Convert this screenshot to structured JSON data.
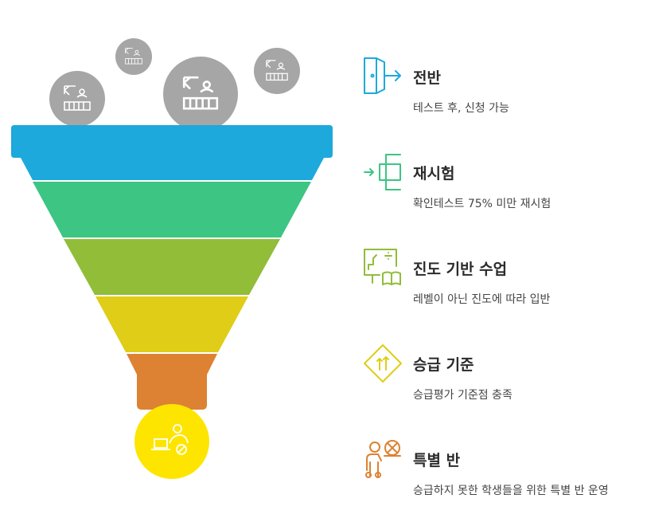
{
  "colors": {
    "stage1": "#1da9db",
    "stage2": "#3cc583",
    "stage3": "#91bd39",
    "stage4": "#dfcd18",
    "stage5": "#dd8232",
    "outlet": "#fde500",
    "bubble": "#a6a6a6"
  },
  "stages": [
    {
      "title": "전반",
      "desc": "테스트 후, 신청 가능",
      "icon": "door-exit-icon"
    },
    {
      "title": "재시험",
      "desc": "확인테스트 75% 미만 재시험",
      "icon": "branch-arrow-icon"
    },
    {
      "title": "진도 기반 수업",
      "desc": "레벨이 아닌 진도에 따라 입반",
      "icon": "presentation-book-icon"
    },
    {
      "title": "승급 기준",
      "desc": "승급평가 기준점 충족",
      "icon": "diamond-sign-arrow-icon"
    },
    {
      "title": "특별 반",
      "desc": "승급하지 못한 학생들을 위한 특별 반 운영",
      "icon": "person-cross-icon"
    }
  ]
}
